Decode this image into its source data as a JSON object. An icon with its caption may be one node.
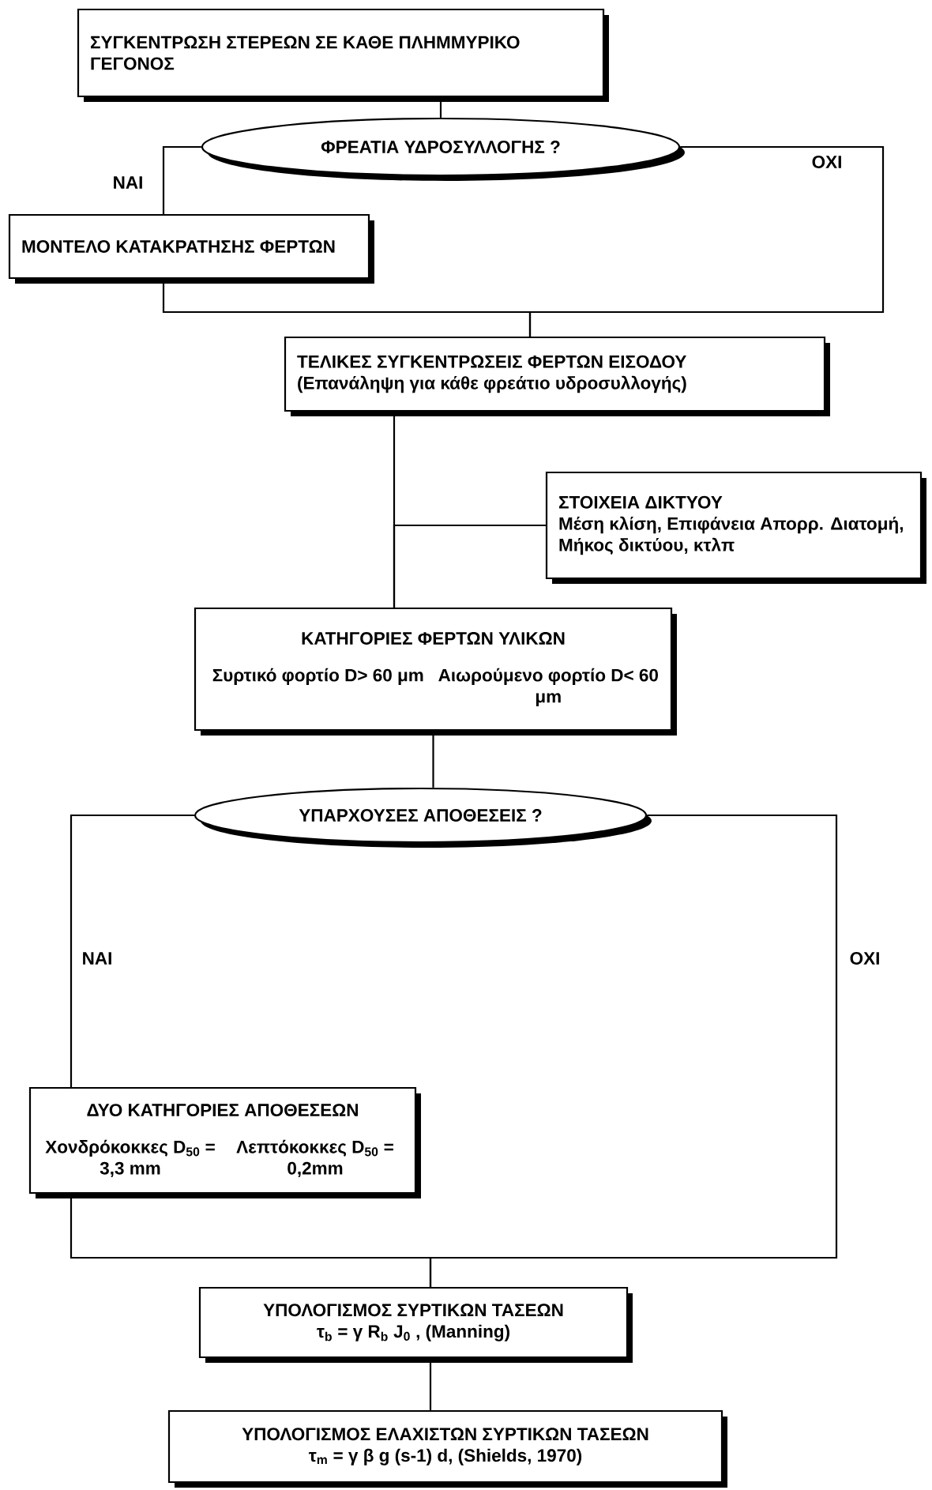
{
  "diagram": {
    "nodes": [
      {
        "text": [
          "ΣΥΓΚΕΝΤΡΩΣΗ ΣΤΕΡΕΩΝ ΣΕ ΚΑΘΕ ΠΛΗΜΜΥΡΙΚΟ ΓΕΓΟΝΟΣ"
        ]
      },
      {
        "text": [
          "ΦΡΕΑΤΙΑ ΥΔΡΟΣΥΛΛΟΓΗΣ ?"
        ]
      },
      {
        "text": [
          "ΜΟΝΤΕΛΟ ΚΑΤΑΚΡΑΤΗΣΗΣ ΦΕΡΤΩΝ"
        ]
      },
      {
        "text": [
          "ΤΕΛΙΚΕΣ ΣΥΓΚΕΝΤΡΩΣΕΙΣ ΦΕΡΤΩΝ ΕΙΣΟΔΟΥ",
          "(Επανάληψη για κάθε φρεάτιο υδροσυλλογής)"
        ]
      },
      {
        "text": [
          "ΣΤΟΙΧΕΙΑ ΔΙΚΤΥΟΥ",
          "Μέση κλίση, Επιφάνεια Απορρ. Διατομή, Μήκος δικτύου, κτλπ"
        ]
      },
      {
        "text": [
          "ΚΑΤΗΓΟΡΙΕΣ ΦΕΡΤΩΝ ΥΛΙΚΩΝ",
          "Συρτικό φορτίο D> 60 μm",
          "Αιωρούμενο φορτίο D< 60 μm"
        ]
      },
      {
        "text": [
          "ΥΠΑΡΧΟΥΣΕΣ ΑΠΟΘΕΣΕΙΣ ?"
        ]
      },
      {
        "text": [
          "ΔΥΟ ΚΑΤΗΓΟΡΙΕΣ ΑΠΟΘΕΣΕΩΝ",
          "Χονδρόκοκκες D$_{50}$ = 3,3 mm",
          "Λεπτόκοκκες D$_{50}$ = 0,2mm"
        ]
      },
      {
        "text": [
          "ΥΠΟΛΟΓΙΣΜΟΣ ΣΥΡΤΙΚΩΝ ΤΑΣΕΩΝ",
          "τ$_{b}$ = γ R$_{b}$ J$_{0}$ , (Manning)"
        ]
      },
      {
        "text": [
          "ΥΠΟΛΟΓΙΣΜΟΣ ΕΛΑΧΙΣΤΩΝ ΣΥΡΤΙΚΩΝ ΤΑΣΕΩΝ",
          "τ$_{m}$ = γ β g (s-1) d, (Shields, 1970)"
        ]
      }
    ],
    "edges": [
      {
        "from": 0,
        "to": 1,
        "arrow": "none"
      },
      {
        "from": 1,
        "to": 2,
        "arrow": "none",
        "label": "ΝΑΙ"
      },
      {
        "from": 2,
        "to": 3,
        "arrow": "none"
      },
      {
        "from": 1,
        "to": 3,
        "arrow": "none",
        "label": "ΟΧΙ"
      },
      {
        "from": 3,
        "to": 5,
        "arrow": "none"
      },
      {
        "from": 4,
        "to": 5,
        "arrow": "none"
      },
      {
        "from": 5,
        "to": 6,
        "arrow": "none"
      },
      {
        "from": 6,
        "to": 7,
        "arrow": "none",
        "label": "ΝΑΙ"
      },
      {
        "from": 7,
        "to": 8,
        "arrow": "none"
      },
      {
        "from": 6,
        "to": 8,
        "arrow": "none",
        "label": "ΟΧΙ"
      },
      {
        "from": 8,
        "to": 9,
        "arrow": "none"
      }
    ]
  }
}
